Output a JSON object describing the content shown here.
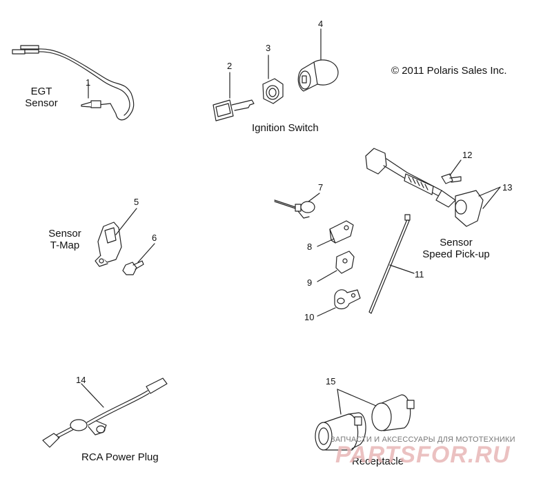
{
  "copyright": "© 2011 Polaris Sales Inc.",
  "group_labels": {
    "egt_line1": "EGT",
    "egt_line2": "Sensor",
    "ignition": "Ignition Switch",
    "tmap_line1": "Sensor",
    "tmap_line2": "T-Map",
    "speed_line1": "Sensor",
    "speed_line2": "Speed Pick-up",
    "rca": "RCA Power Plug",
    "receptacle": "Receptacle"
  },
  "callouts": [
    "1",
    "2",
    "3",
    "4",
    "5",
    "6",
    "7",
    "8",
    "9",
    "10",
    "11",
    "12",
    "13",
    "14",
    "15"
  ],
  "watermark": {
    "tagline": "ЗАПЧАСТИ И АКСЕССУАРЫ ДЛЯ МОТОТЕХНИКИ",
    "logo": "PARTSFOR.RU"
  }
}
